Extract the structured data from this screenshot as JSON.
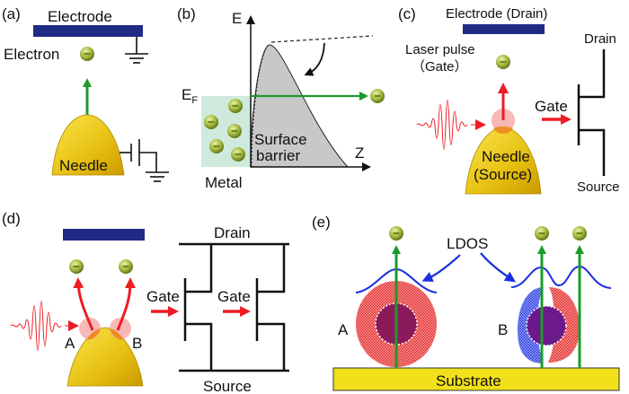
{
  "panels": {
    "a": {
      "label": "(a)",
      "electrode": "Electrode",
      "electron": "Electron",
      "needle": "Needle"
    },
    "b": {
      "label": "(b)",
      "y_axis": "E",
      "x_axis": "Z",
      "fermi_main": "E",
      "fermi_sub": "F",
      "barrier_line1": "Surface",
      "barrier_line2": "barrier",
      "metal": "Metal"
    },
    "c": {
      "label": "(c)",
      "electrode": "Electrode (Drain)",
      "laser_line1": "Laser pulse",
      "laser_line2": "（Gate）",
      "needle_line1": "Needle",
      "needle_line2": "(Source)",
      "gate": "Gate",
      "drain": "Drain",
      "source": "Source"
    },
    "d": {
      "label": "(d)",
      "site_a": "A",
      "site_b": "B",
      "gate1": "Gate",
      "gate2": "Gate",
      "drain": "Drain",
      "source": "Source"
    },
    "e": {
      "label": "(e)",
      "ldos": "LDOS",
      "site_a": "A",
      "site_b": "B",
      "substrate": "Substrate"
    }
  },
  "colors": {
    "electrode": "#1f2a85",
    "needle": "#e8c21a",
    "emission_green": "#1d9a2a",
    "emission_red": "#ee1c24",
    "ldos_blue": "#1a2ee0",
    "metal_region": "#cfeadc",
    "barrier": "#c8c8c8",
    "substrate": "#f2e01a"
  }
}
